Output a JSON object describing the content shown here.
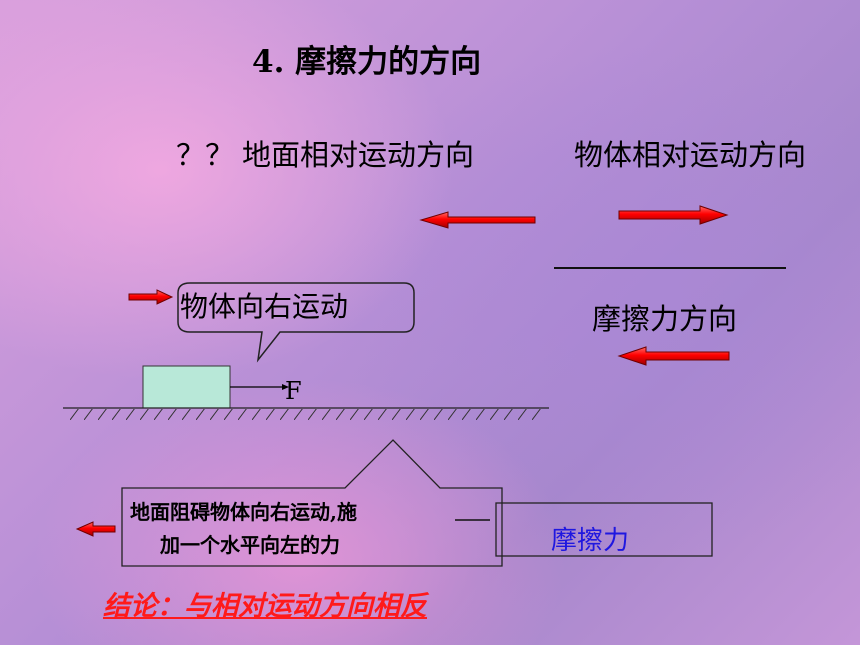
{
  "title": "4. 摩擦力的方向",
  "header": {
    "qmarks": "？？",
    "ground_label": "地面相对运动方向",
    "object_label": "物体相对运动方向"
  },
  "friction_label": "摩擦力方向",
  "bubble": {
    "text": "物体向右运动"
  },
  "force_label": "F",
  "explanation": {
    "line1": "地面阻碍物体向右运动,施",
    "line2": "加一个水平向左的力"
  },
  "answer": "摩擦力",
  "conclusion": "结论：与相对运动方向相反",
  "colors": {
    "arrow_fill": "#ff0000",
    "arrow_edge": "#800000",
    "block_fill": "#b8e8d8",
    "answer_text": "#1f17e0",
    "conclusion_text": "#ff1a1a"
  }
}
